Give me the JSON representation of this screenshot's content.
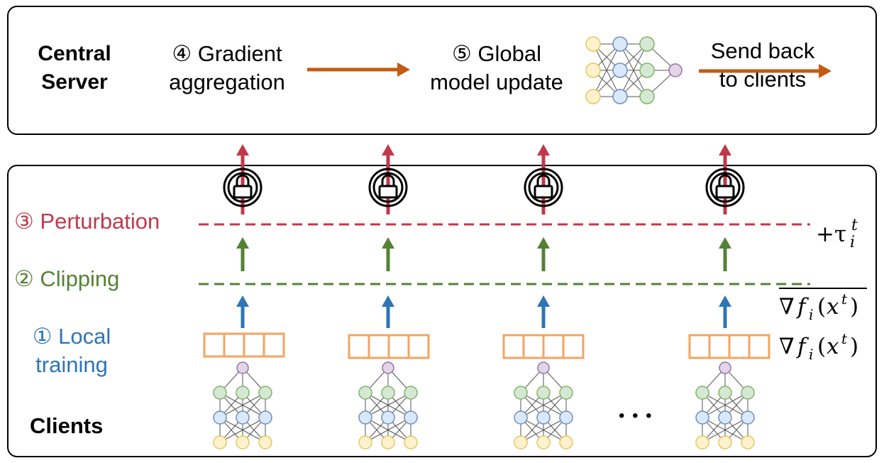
{
  "central_server": {
    "label_line1": "Central",
    "label_line2": "Server",
    "step4_line1": "④ Gradient",
    "step4_line2": "aggregation",
    "step5_line1": "⑤ Global",
    "step5_line2": "model update",
    "send_line1": "Send back",
    "send_line2": "to clients"
  },
  "clients_panel": {
    "step3": "③ Perturbation",
    "step2": "② Clipping",
    "step1_line1": "① Local",
    "step1_line2": "training",
    "clients_label": "Clients",
    "ellipsis": "• • •",
    "noise_term": "+τ",
    "noise_sub": "i",
    "noise_sup": "t",
    "grad_nabla": "∇",
    "grad_f": "f",
    "grad_sub": "i",
    "grad_paren_open": "(",
    "grad_x": "x",
    "grad_sup": "t",
    "grad_paren_close": ")"
  },
  "colors": {
    "perturbation": "#c0394b",
    "clipping": "#548235",
    "local_training": "#2e75b6",
    "aggregation_arrow": "#c55a11",
    "gradient_box": "#f4a460",
    "node_yellow": "#fff2cc",
    "node_yellow_stroke": "#e6c760",
    "node_blue": "#dae8fc",
    "node_blue_stroke": "#6c8ebf",
    "node_green": "#d5e8d4",
    "node_green_stroke": "#82b366",
    "node_purple": "#e1d5e7",
    "node_purple_stroke": "#9673a6"
  },
  "icons": {
    "lock": "lock-icon",
    "network": "neural-network-icon"
  }
}
